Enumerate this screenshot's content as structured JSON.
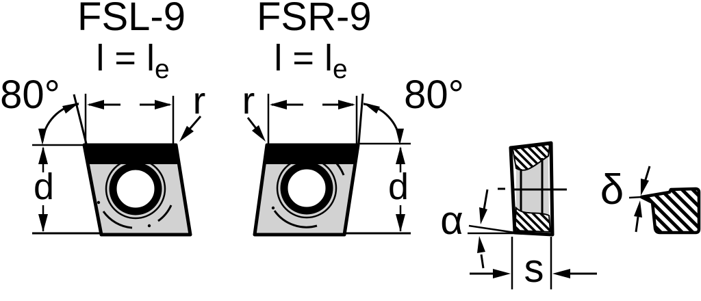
{
  "colors": {
    "line": "#000000",
    "insert_face": "#d2d2d2",
    "background": "#ffffff"
  },
  "left_view": {
    "title": "FSL-9",
    "length_equation": {
      "base": "l = l",
      "subscript": "e"
    },
    "corner_angle_label": "80°",
    "corner_radius_label": "r",
    "hole_diameter_label": "d"
  },
  "right_view": {
    "title": "FSR-9",
    "length_equation": {
      "base": "l = l",
      "subscript": "e"
    },
    "corner_angle_label": "80°",
    "corner_radius_label": "r",
    "hole_diameter_label": "d"
  },
  "section_view": {
    "clearance_angle_label": "α",
    "thickness_label": "s"
  },
  "edge_detail_view": {
    "land_angle_label": "δ"
  }
}
